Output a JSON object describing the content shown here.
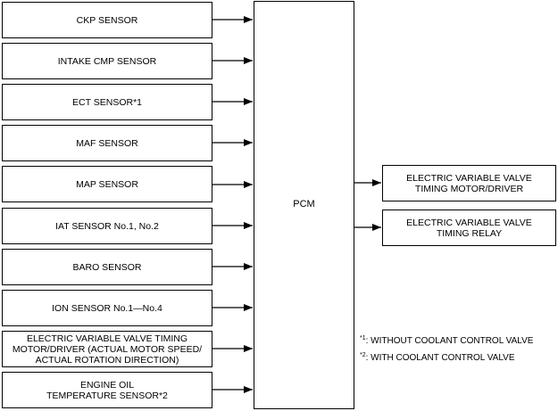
{
  "inputs": [
    {
      "label": "CKP SENSOR"
    },
    {
      "label": "INTAKE CMP SENSOR"
    },
    {
      "label": "ECT SENSOR*1"
    },
    {
      "label": "MAF SENSOR"
    },
    {
      "label": "MAP SENSOR"
    },
    {
      "label": "IAT SENSOR No.1, No.2"
    },
    {
      "label": "BARO SENSOR"
    },
    {
      "label": "ION SENSOR No.1—No.4"
    },
    {
      "label": "ELECTRIC VARIABLE VALVE TIMING\nMOTOR/DRIVER (ACTUAL MOTOR SPEED/\nACTUAL ROTATION DIRECTION)"
    },
    {
      "label": "ENGINE OIL\nTEMPERATURE SENSOR*2"
    }
  ],
  "pcm": {
    "label": "PCM"
  },
  "outputs": [
    {
      "label": "ELECTRIC VARIABLE VALVE\nTIMING MOTOR/DRIVER"
    },
    {
      "label": "ELECTRIC VARIABLE VALVE\nTIMING RELAY"
    }
  ],
  "notes": [
    {
      "mark": "*1",
      "text": ": WITHOUT COOLANT CONTROL VALVE"
    },
    {
      "mark": "*2",
      "text": ": WITH COOLANT CONTROL VALVE"
    }
  ]
}
